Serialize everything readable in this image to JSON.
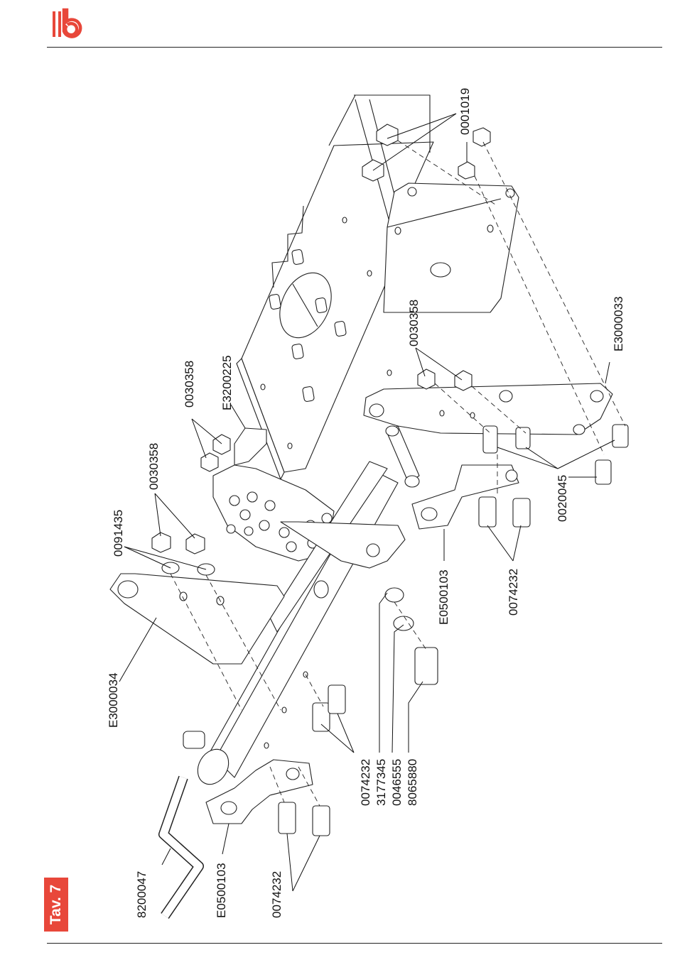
{
  "header": {
    "logo": "lb-brand-logo",
    "accent_color": "#e8473a"
  },
  "footer": {
    "tab_label": "Tav. 7"
  },
  "parts": [
    {
      "id": "p-0001019",
      "number": "0001019"
    },
    {
      "id": "p-0030358-a",
      "number": "0030358"
    },
    {
      "id": "p-e3000033",
      "number": "E3000033"
    },
    {
      "id": "p-0030358-b",
      "number": "0030358"
    },
    {
      "id": "p-e3200225",
      "number": "E3200225"
    },
    {
      "id": "p-0030358-c",
      "number": "0030358"
    },
    {
      "id": "p-0091435",
      "number": "0091435"
    },
    {
      "id": "p-0020045",
      "number": "0020045"
    },
    {
      "id": "p-0074232-a",
      "number": "0074232"
    },
    {
      "id": "p-e0500103-a",
      "number": "E0500103"
    },
    {
      "id": "p-e3000034",
      "number": "E3000034"
    },
    {
      "id": "p-0074232-b",
      "number": "0074232"
    },
    {
      "id": "p-3177345",
      "number": "3177345"
    },
    {
      "id": "p-0046555",
      "number": "0046555"
    },
    {
      "id": "p-8065880",
      "number": "8065880"
    },
    {
      "id": "p-8200047",
      "number": "8200047"
    },
    {
      "id": "p-e0500103-b",
      "number": "E0500103"
    },
    {
      "id": "p-0074232-c",
      "number": "0074232"
    }
  ]
}
